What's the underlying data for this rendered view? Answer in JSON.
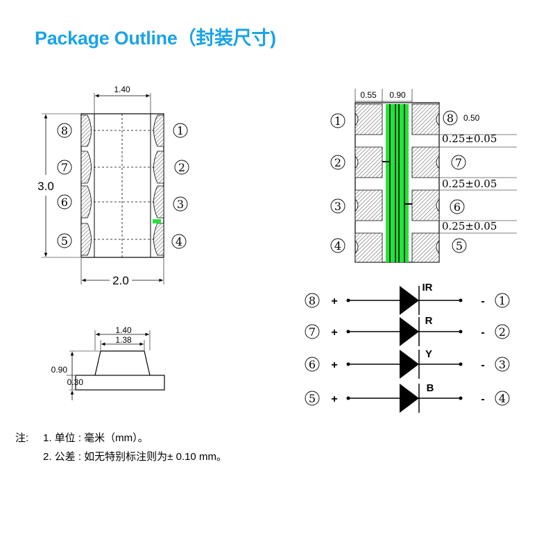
{
  "title": "Package Outline（封装尺寸)",
  "colors": {
    "title": "#1aa3e6",
    "green": "#22e33b",
    "hatch": "#bdbdbd"
  },
  "top_view": {
    "width_top": "1.40",
    "height": "3.0",
    "width_bottom": "2.0",
    "pins_left": [
      "8",
      "7",
      "6",
      "5"
    ],
    "pins_right": [
      "1",
      "2",
      "3",
      "4"
    ]
  },
  "side_view": {
    "width_top_outer": "1.40",
    "width_top_inner": "1.38",
    "height_total": "0.90",
    "height_base": "0.30"
  },
  "pad_layout": {
    "dim_pad": "0.55",
    "dim_gap": "0.90",
    "dim_pad_height": "0.50",
    "spacing_1": "0.25±0.05",
    "spacing_2": "0.25±0.05",
    "spacing_3": "0.25±0.05",
    "pins_left": [
      "1",
      "2",
      "3",
      "4"
    ],
    "pins_right": [
      "8",
      "7",
      "6",
      "5"
    ]
  },
  "circuit": {
    "rows": [
      {
        "anode_pin": "8",
        "cathode_pin": "1",
        "label": "IR",
        "plus": "+",
        "minus": "-"
      },
      {
        "anode_pin": "7",
        "cathode_pin": "2",
        "label": "R",
        "plus": "+",
        "minus": "-"
      },
      {
        "anode_pin": "6",
        "cathode_pin": "3",
        "label": "Y",
        "plus": "+",
        "minus": "-"
      },
      {
        "anode_pin": "5",
        "cathode_pin": "4",
        "label": "B",
        "plus": "+",
        "minus": "-"
      }
    ]
  },
  "notes": {
    "prefix": "注:",
    "line1": "1. 单位 : 毫米（mm）。",
    "line2": "2. 公差 : 如无特别标注则为± 0.10 mm。"
  }
}
